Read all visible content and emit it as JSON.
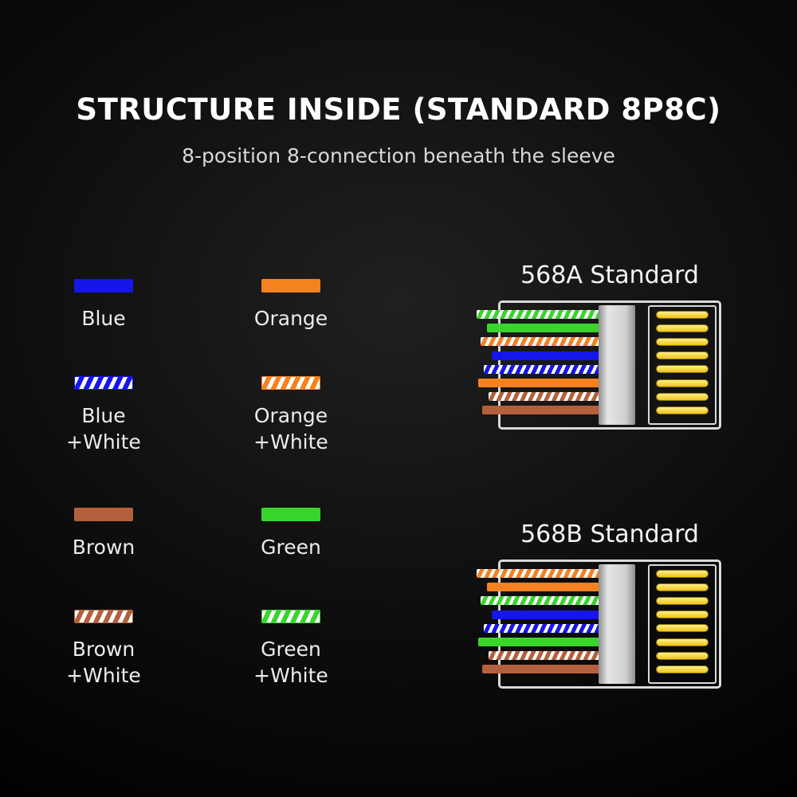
{
  "page": {
    "title": "STRUCTURE INSIDE (STANDARD 8P8C)",
    "subtitle": "8-position 8-connection beneath the sleeve"
  },
  "palette": {
    "blue": "#1616ea",
    "orange": "#f5821f",
    "brown": "#b4603c",
    "green": "#39d42c",
    "white": "#ffffff",
    "pin_gold": "#f0c419",
    "pin_edge": "#8a7200",
    "outline": "#d9d9d9",
    "text": "#ececec"
  },
  "legend": [
    {
      "lines": [
        "Blue"
      ],
      "color": "blue",
      "striped": false
    },
    {
      "lines": [
        "Orange"
      ],
      "color": "orange",
      "striped": false
    },
    {
      "lines": [
        "Blue",
        "+White"
      ],
      "color": "blue",
      "striped": true
    },
    {
      "lines": [
        "Orange",
        "+White"
      ],
      "color": "orange",
      "striped": true
    },
    {
      "lines": [
        "Brown"
      ],
      "color": "brown",
      "striped": false
    },
    {
      "lines": [
        "Green"
      ],
      "color": "green",
      "striped": false
    },
    {
      "lines": [
        "Brown",
        "+White"
      ],
      "color": "brown",
      "striped": true
    },
    {
      "lines": [
        "Green",
        "+White"
      ],
      "color": "green",
      "striped": true
    }
  ],
  "pins_per_connector": 8,
  "connectors": [
    {
      "title": "568A Standard",
      "wires": [
        {
          "color": "green",
          "striped": true
        },
        {
          "color": "green",
          "striped": false
        },
        {
          "color": "orange",
          "striped": true
        },
        {
          "color": "blue",
          "striped": false
        },
        {
          "color": "blue",
          "striped": true
        },
        {
          "color": "orange",
          "striped": false
        },
        {
          "color": "brown",
          "striped": true
        },
        {
          "color": "brown",
          "striped": false
        }
      ]
    },
    {
      "title": "568B Standard",
      "wires": [
        {
          "color": "orange",
          "striped": true
        },
        {
          "color": "orange",
          "striped": false
        },
        {
          "color": "green",
          "striped": true
        },
        {
          "color": "blue",
          "striped": false
        },
        {
          "color": "blue",
          "striped": true
        },
        {
          "color": "green",
          "striped": false
        },
        {
          "color": "brown",
          "striped": true
        },
        {
          "color": "brown",
          "striped": false
        }
      ]
    }
  ]
}
